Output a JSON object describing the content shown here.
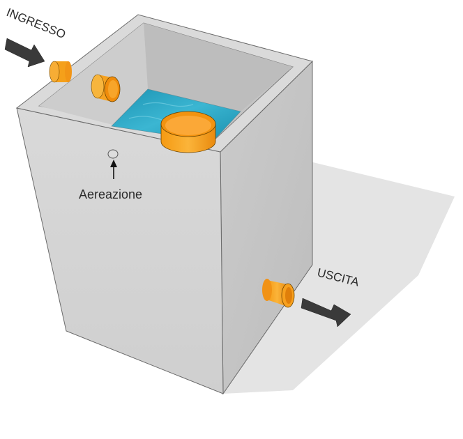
{
  "labels": {
    "inlet": "INGRESSO",
    "outlet": "USCITA",
    "vent": "Aereazione"
  },
  "colors": {
    "concrete_front": "#d4d4d4",
    "concrete_side": "#c2c2c2",
    "concrete_rim": "#dadada",
    "concrete_inner": "#bcbcbc",
    "water": "#2aa6c4",
    "pipe": "#f7a21b",
    "pipe_dark": "#e07f0a",
    "arrow": "#3a3a3a",
    "shadow": "#e4e4e4"
  }
}
